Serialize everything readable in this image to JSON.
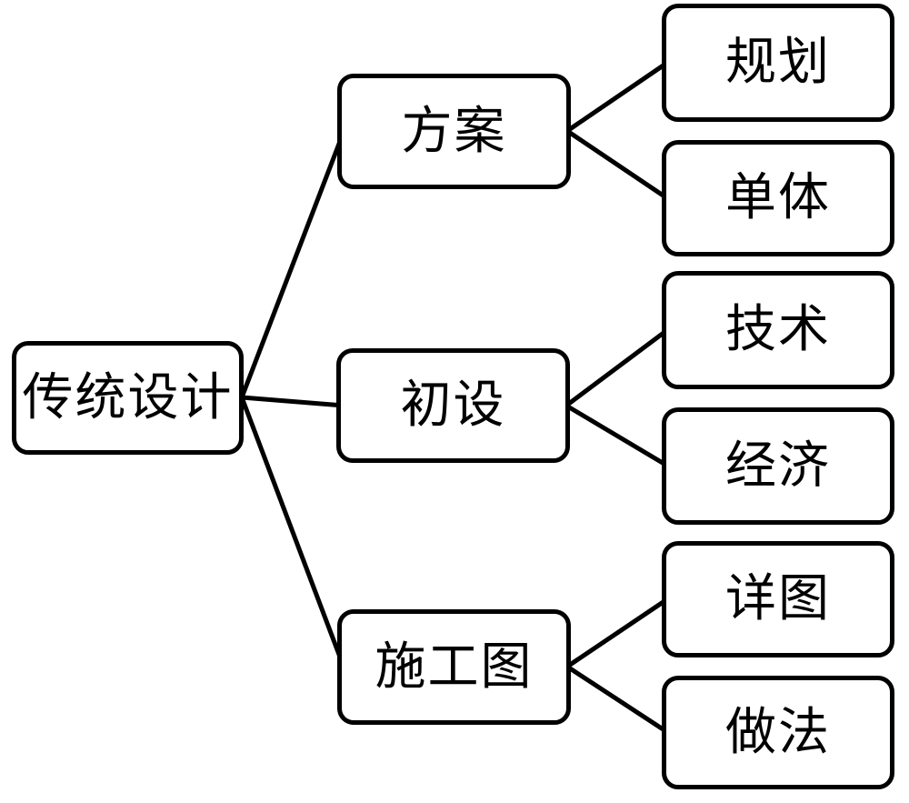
{
  "diagram": {
    "type": "tree",
    "direction": "left-to-right",
    "root": {
      "label": "传统设计"
    },
    "branches": [
      {
        "label": "方案",
        "children": [
          {
            "label": "规划"
          },
          {
            "label": "单体"
          }
        ]
      },
      {
        "label": "初设",
        "children": [
          {
            "label": "技术"
          },
          {
            "label": "经济"
          }
        ]
      },
      {
        "label": "施工图",
        "children": [
          {
            "label": "详图"
          },
          {
            "label": "做法"
          }
        ]
      }
    ],
    "colors": {
      "background": "#ffffff",
      "node_fill": "#ffffff",
      "node_border": "#000000",
      "line": "#000000",
      "text": "#000000"
    }
  }
}
